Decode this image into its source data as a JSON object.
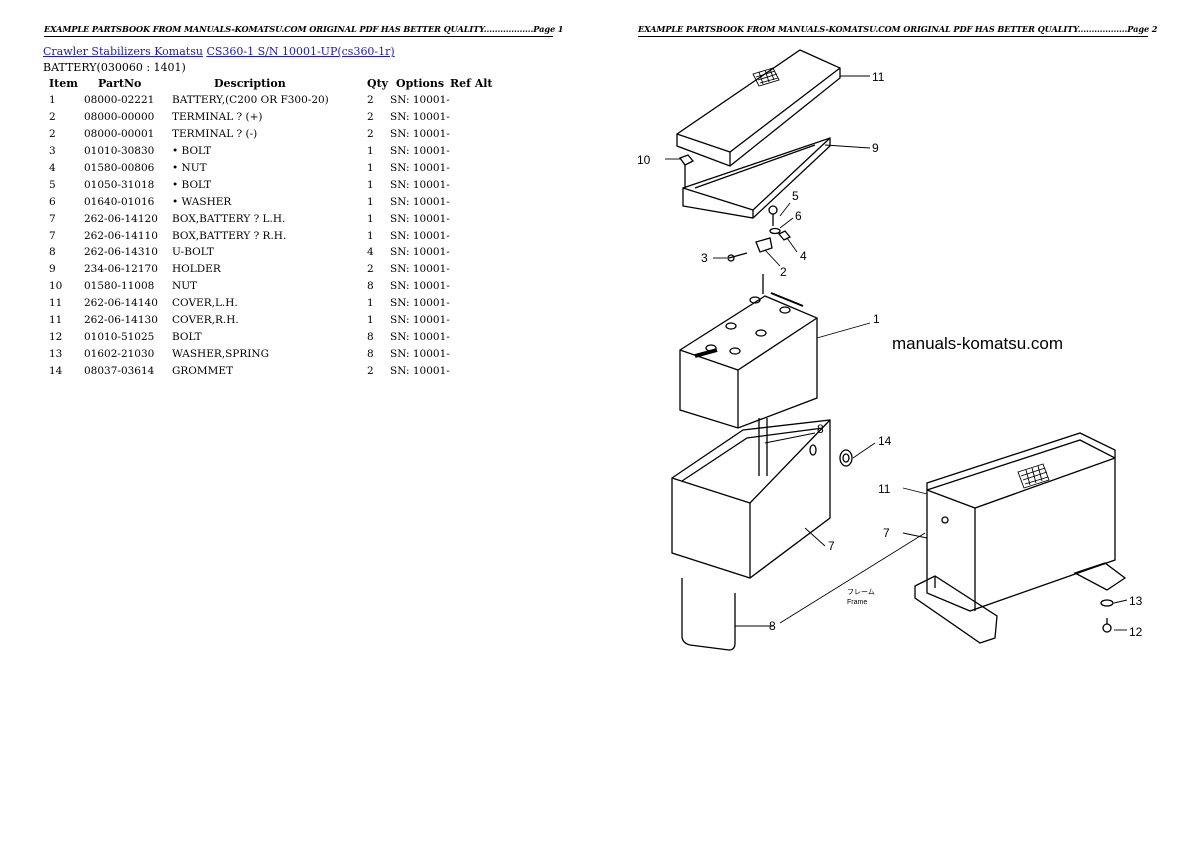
{
  "page1": {
    "header": "EXAMPLE PARTSBOOK FROM MANUALS-KOMATSU.COM ORIGINAL PDF HAS BETTER QUALITY..................Page 1",
    "breadcrumb": {
      "link1": "Crawler Stabilizers Komatsu",
      "link2": "CS360-1 S/N 10001-UP(cs360-1r)"
    },
    "section_title": "BATTERY(030060 : 1401)",
    "columns": {
      "item": "Item",
      "partno": "PartNo",
      "description": "Description",
      "qty": "Qty",
      "options": "Options",
      "refalt": "Ref Alt"
    },
    "rows": [
      {
        "item": "1",
        "partno": "08000-02221",
        "description": "BATTERY,(C200 OR F300-20)",
        "qty": "2",
        "options": "SN: 10001-"
      },
      {
        "item": "2",
        "partno": "08000-00000",
        "description": "TERMINAL ? (+)",
        "qty": "2",
        "options": "SN: 10001-"
      },
      {
        "item": "2",
        "partno": "08000-00001",
        "description": "TERMINAL ? (-)",
        "qty": "2",
        "options": "SN: 10001-"
      },
      {
        "item": "3",
        "partno": "01010-30830",
        "description": "• BOLT",
        "qty": "1",
        "options": "SN: 10001-"
      },
      {
        "item": "4",
        "partno": "01580-00806",
        "description": "• NUT",
        "qty": "1",
        "options": "SN: 10001-"
      },
      {
        "item": "5",
        "partno": "01050-31018",
        "description": "• BOLT",
        "qty": "1",
        "options": "SN: 10001-"
      },
      {
        "item": "6",
        "partno": "01640-01016",
        "description": "• WASHER",
        "qty": "1",
        "options": "SN: 10001-"
      },
      {
        "item": "7",
        "partno": "262-06-14120",
        "description": "BOX,BATTERY ? L.H.",
        "qty": "1",
        "options": "SN: 10001-"
      },
      {
        "item": "7",
        "partno": "262-06-14110",
        "description": "BOX,BATTERY ? R.H.",
        "qty": "1",
        "options": "SN: 10001-"
      },
      {
        "item": "8",
        "partno": "262-06-14310",
        "description": "U-BOLT",
        "qty": "4",
        "options": "SN: 10001-"
      },
      {
        "item": "9",
        "partno": "234-06-12170",
        "description": "HOLDER",
        "qty": "2",
        "options": "SN: 10001-"
      },
      {
        "item": "10",
        "partno": "01580-11008",
        "description": "NUT",
        "qty": "8",
        "options": "SN: 10001-"
      },
      {
        "item": "11",
        "partno": "262-06-14140",
        "description": "COVER,L.H.",
        "qty": "1",
        "options": "SN: 10001-"
      },
      {
        "item": "11",
        "partno": "262-06-14130",
        "description": "COVER,R.H.",
        "qty": "1",
        "options": "SN: 10001-"
      },
      {
        "item": "12",
        "partno": "01010-51025",
        "description": "BOLT",
        "qty": "8",
        "options": "SN: 10001-"
      },
      {
        "item": "13",
        "partno": "01602-21030",
        "description": "WASHER,SPRING",
        "qty": "8",
        "options": "SN: 10001-"
      },
      {
        "item": "14",
        "partno": "08037-03614",
        "description": "GROMMET",
        "qty": "2",
        "options": "SN: 10001-"
      }
    ]
  },
  "page2": {
    "header": "EXAMPLE PARTSBOOK FROM MANUALS-KOMATSU.COM ORIGINAL PDF HAS BETTER QUALITY..................Page 2",
    "watermark": "manuals-komatsu.com",
    "callouts": {
      "c1": "1",
      "c2": "2",
      "c3": "3",
      "c4": "4",
      "c5": "5",
      "c6": "6",
      "c7a": "7",
      "c7b": "7",
      "c8a": "8",
      "c8b": "8",
      "c9": "9",
      "c10": "10",
      "c11a": "11",
      "c11b": "11",
      "c12": "12",
      "c13": "13",
      "c14": "14"
    },
    "frame_label_jp": "フレーム",
    "frame_label_en": "Frame"
  }
}
